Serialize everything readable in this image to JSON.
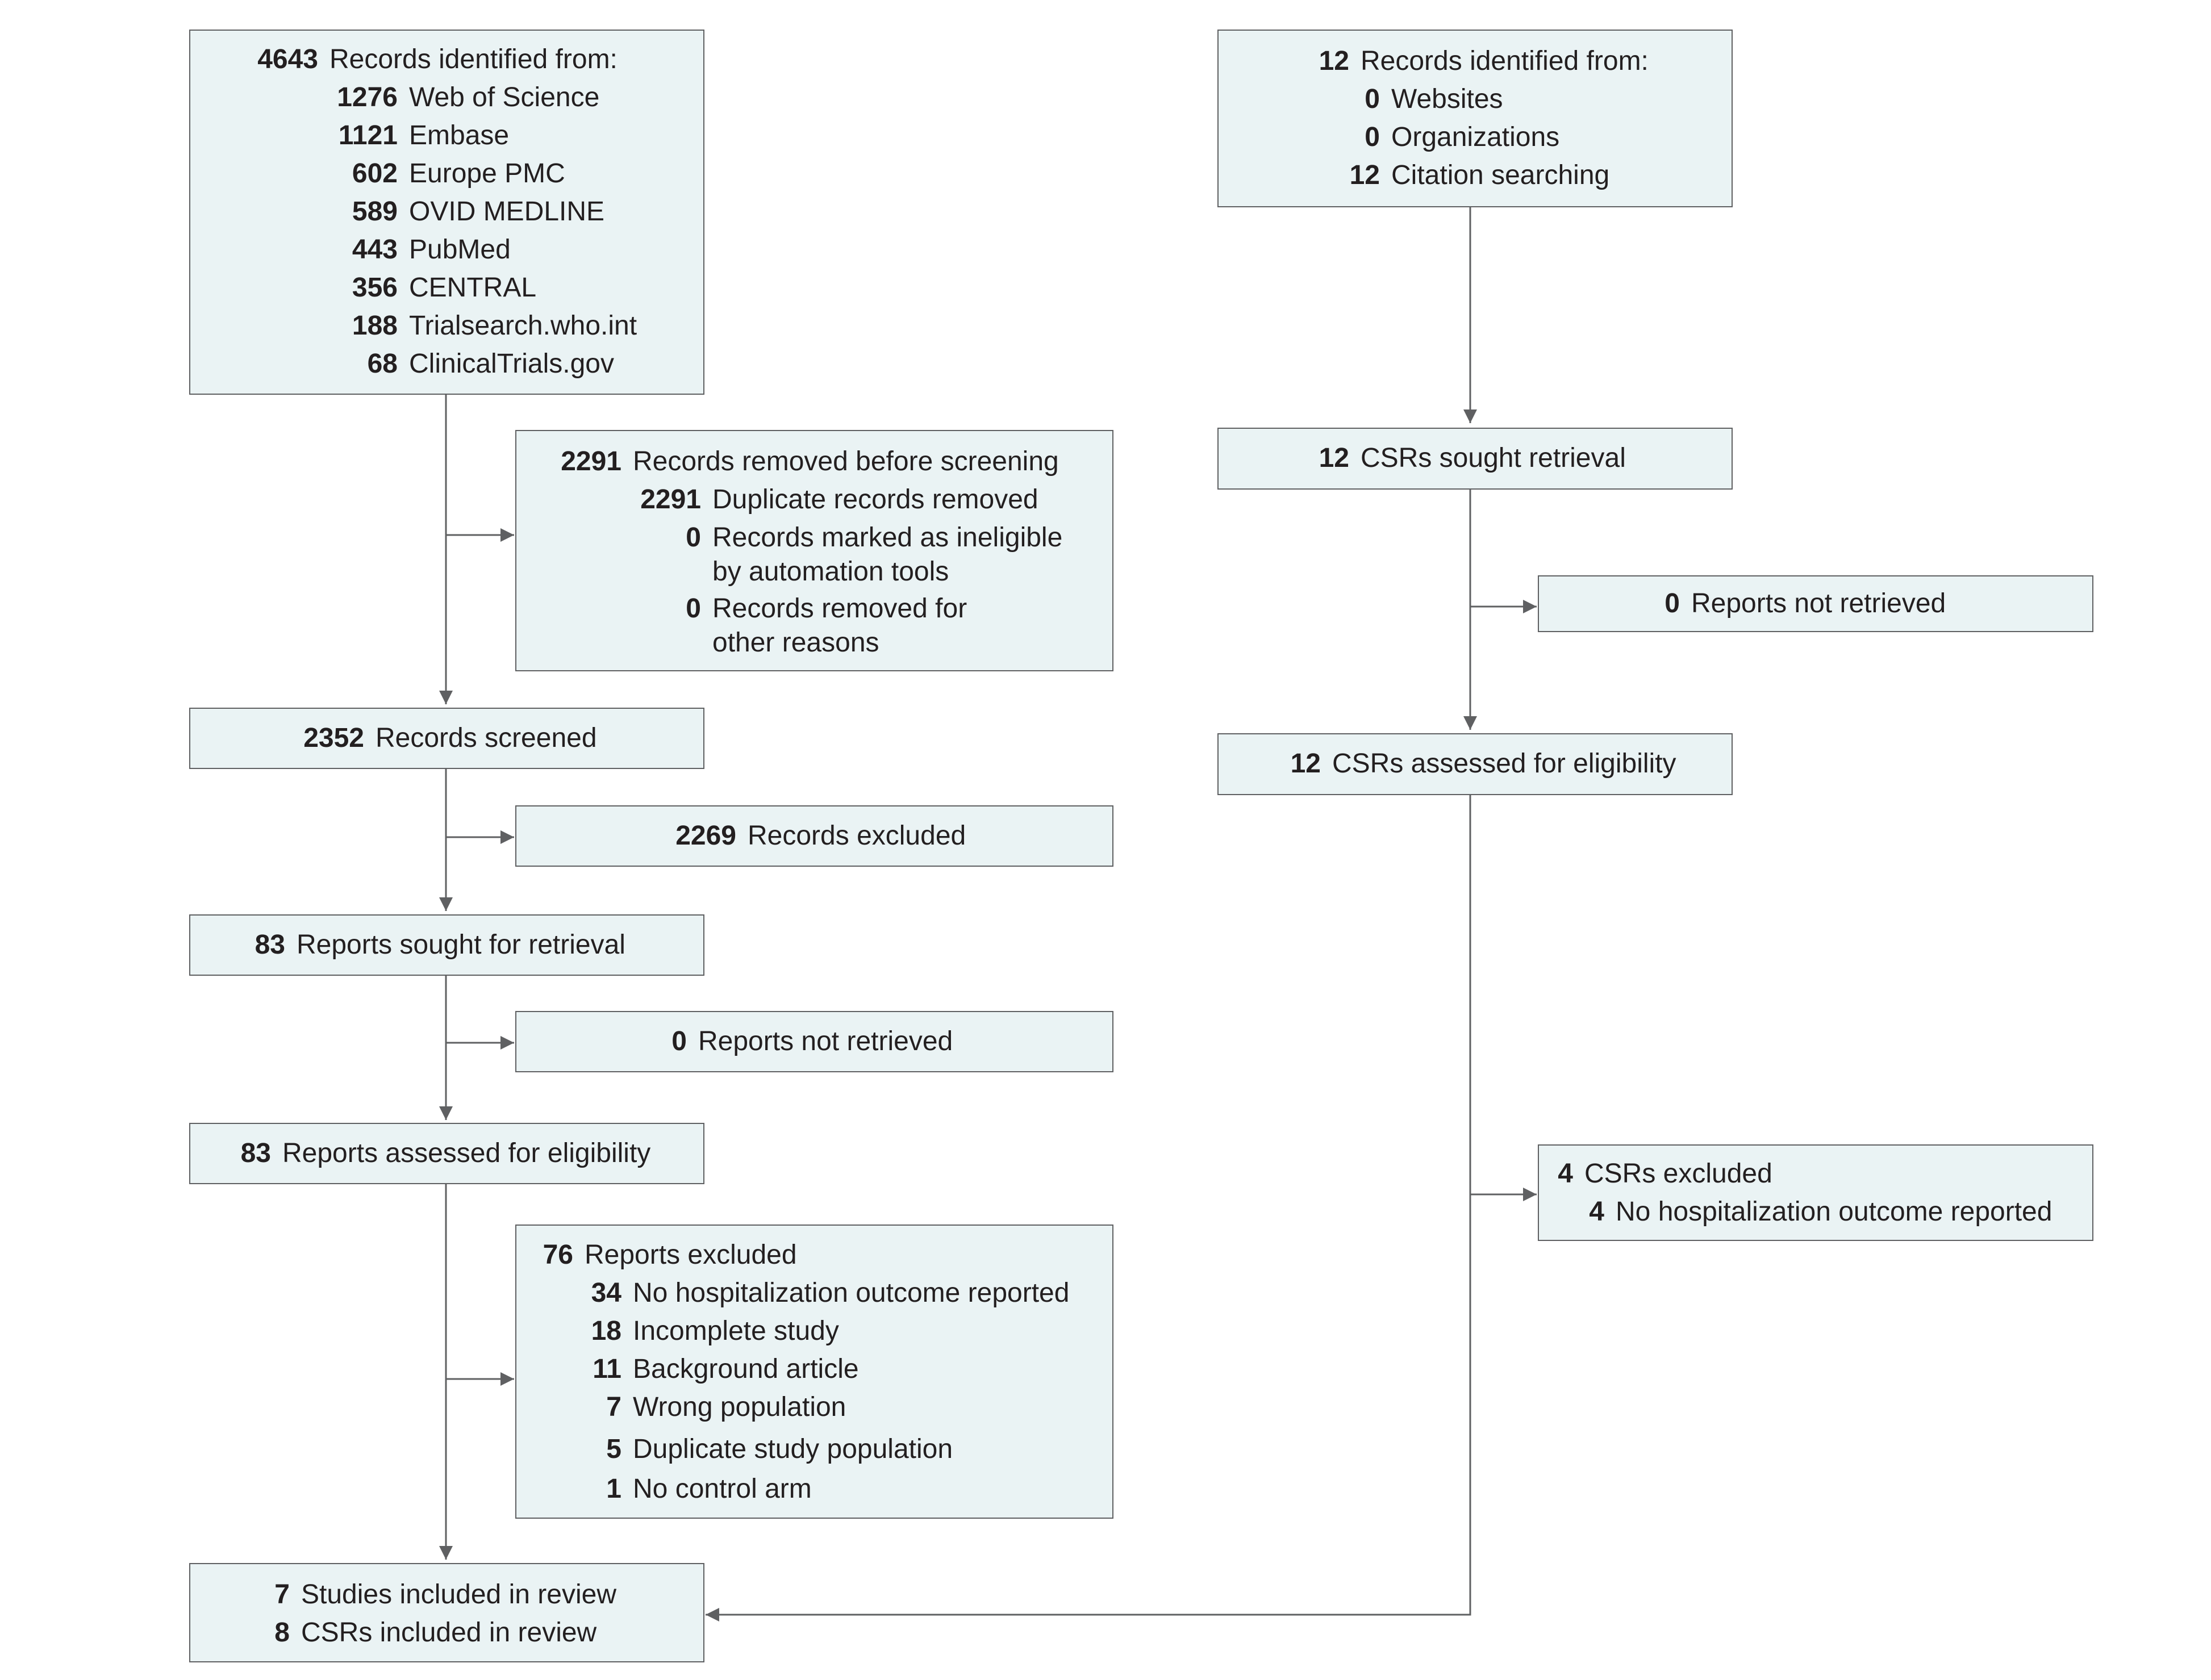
{
  "colors": {
    "box_fill": "#eaf3f4",
    "box_border": "#5f6062",
    "arrow": "#5f6062",
    "text": "#231f20"
  },
  "boxes": {
    "databases": {
      "total": "4643",
      "label": "Records identified from:",
      "items": [
        {
          "n": "1276",
          "text": "Web of Science"
        },
        {
          "n": "1121",
          "text": "Embase"
        },
        {
          "n": "602",
          "text": "Europe PMC"
        },
        {
          "n": "589",
          "text": "OVID MEDLINE"
        },
        {
          "n": "443",
          "text": "PubMed"
        },
        {
          "n": "356",
          "text": "CENTRAL"
        },
        {
          "n": "188",
          "text": "Trialsearch.who.int"
        },
        {
          "n": "68",
          "text": "ClinicalTrials.gov"
        }
      ]
    },
    "other_sources": {
      "total": "12",
      "label": "Records identified from:",
      "items": [
        {
          "n": "0",
          "text": "Websites"
        },
        {
          "n": "0",
          "text": "Organizations"
        },
        {
          "n": "12",
          "text": "Citation searching"
        }
      ]
    },
    "removed_before_screening": {
      "total": "2291",
      "label": "Records removed before screening",
      "items": [
        {
          "n": "2291",
          "text": "Duplicate records removed"
        },
        {
          "n": "0",
          "text": "Records marked as ineligible",
          "text2": "by automation tools"
        },
        {
          "n": "0",
          "text": "Records removed for",
          "text2": "other reasons"
        }
      ]
    },
    "records_screened": {
      "n": "2352",
      "text": "Records screened"
    },
    "records_excluded": {
      "n": "2269",
      "text": "Records excluded"
    },
    "reports_sought": {
      "n": "83",
      "text": "Reports sought for retrieval"
    },
    "reports_not_retrieved": {
      "n": "0",
      "text": "Reports not retrieved"
    },
    "reports_assessed": {
      "n": "83",
      "text": "Reports assessed for eligibility"
    },
    "reports_excluded": {
      "total": "76",
      "label": "Reports excluded",
      "items": [
        {
          "n": "34",
          "text": "No hospitalization outcome reported"
        },
        {
          "n": "18",
          "text": "Incomplete study"
        },
        {
          "n": "11",
          "text": "Background article"
        },
        {
          "n": "7",
          "text": "Wrong population"
        },
        {
          "n": "5",
          "text": "Duplicate study population"
        },
        {
          "n": "1",
          "text": "No control arm"
        }
      ]
    },
    "included": {
      "items": [
        {
          "n": "7",
          "text": "Studies included in review"
        },
        {
          "n": "8",
          "text": "CSRs included in review"
        }
      ]
    },
    "csrs_sought": {
      "n": "12",
      "text": "CSRs sought retrieval"
    },
    "csrs_not_retrieved": {
      "n": "0",
      "text": "Reports not retrieved"
    },
    "csrs_assessed": {
      "n": "12",
      "text": "CSRs assessed for eligibility"
    },
    "csrs_excluded": {
      "total": "4",
      "label": "CSRs excluded",
      "items": [
        {
          "n": "4",
          "text": "No hospitalization outcome reported"
        }
      ]
    }
  }
}
